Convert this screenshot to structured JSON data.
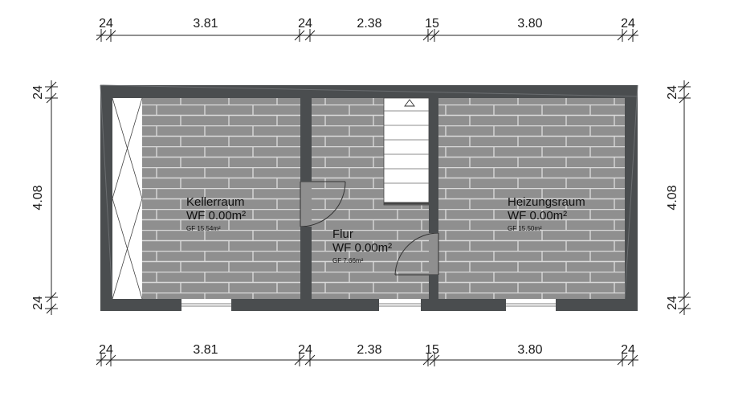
{
  "plan": {
    "top_dims": [
      "24",
      "3.81",
      "24",
      "2.38",
      "15",
      "3.80",
      "24"
    ],
    "bottom_dims": [
      "24",
      "3.81",
      "24",
      "2.38",
      "15",
      "3.80",
      "24"
    ],
    "left_dims": [
      "24",
      "4.08",
      "24"
    ],
    "right_dims": [
      "24",
      "4.08",
      "24"
    ],
    "rooms": [
      {
        "name": "Kellerraum",
        "wf": "WF 0.00m²",
        "gf": "GF 15.54m²"
      },
      {
        "name": "Flur",
        "wf": "WF 0.00m²",
        "gf": "GF 7.66m²"
      },
      {
        "name": "Heizungsraum",
        "wf": "WF 0.00m²",
        "gf": "GF 15.50m²"
      }
    ],
    "colors": {
      "wall": "#4a4d4f",
      "floor": "#8f8f8f",
      "brick_joint": "#d9d9d9"
    }
  }
}
